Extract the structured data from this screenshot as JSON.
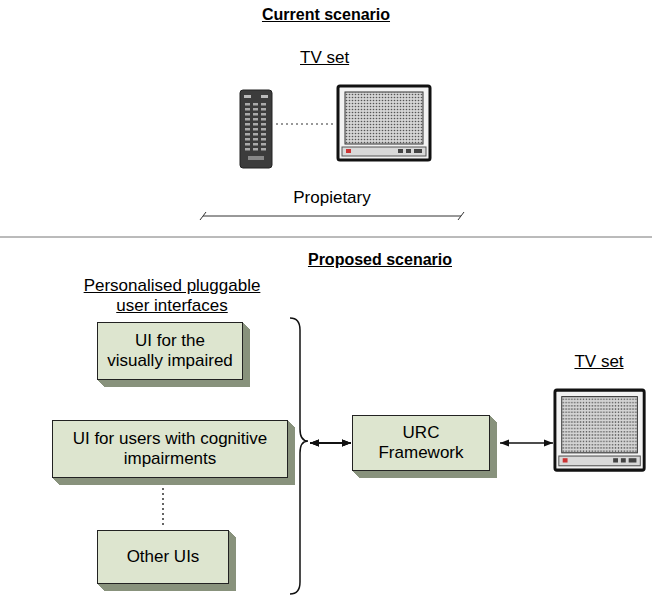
{
  "diagram": {
    "nodes": [
      {
        "text": [
          "TV set"
        ]
      },
      {
        "text": [
          "UI for the visually impaired"
        ]
      },
      {
        "text": [
          "UI for users with cognitive impairments"
        ]
      },
      {
        "text": [
          "Other UIs"
        ]
      },
      {
        "text": [
          "URC Framework"
        ]
      },
      {
        "text": [
          "TV set"
        ]
      }
    ],
    "edges": [
      {
        "from": 1,
        "to": 4,
        "arrow": "both"
      },
      {
        "from": 2,
        "to": 4,
        "arrow": "both"
      },
      {
        "from": 3,
        "to": 4,
        "arrow": "both"
      },
      {
        "from": 4,
        "to": 5,
        "arrow": "both"
      }
    ],
    "labels": [
      "Current scenario",
      "Propietary",
      "Proposed scenario",
      "Personalised pluggable user interfaces"
    ]
  }
}
